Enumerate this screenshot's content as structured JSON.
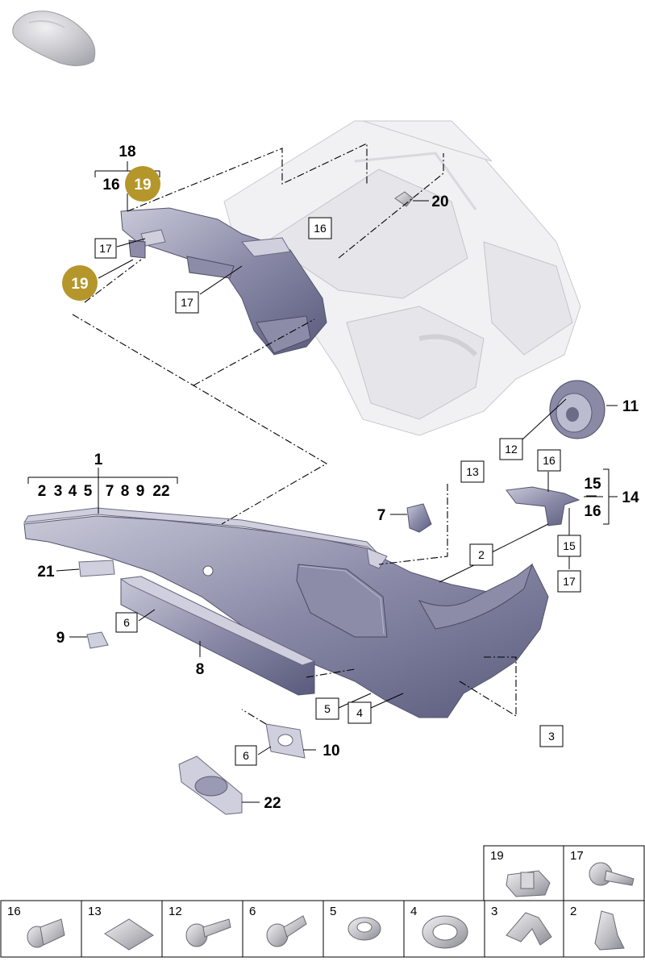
{
  "callouts": {
    "c1": "1",
    "c1_sub": [
      "2",
      "3",
      "4",
      "5",
      "7",
      "8",
      "9",
      "22"
    ],
    "c7": "7",
    "c8": "8",
    "c9": "9",
    "c10": "10",
    "c11": "11",
    "c14": "14",
    "c15": "15",
    "c16": "16",
    "c18": "18",
    "c18_left": "16",
    "c19": "19",
    "c20": "20",
    "c21": "21",
    "c22": "22"
  },
  "boxed": {
    "b17a": "17",
    "b17b": "17",
    "b16top": "16",
    "b12": "12",
    "b13": "13",
    "b16mid": "16",
    "b2": "2",
    "b15": "15",
    "b17c": "17",
    "b6a": "6",
    "b5": "5",
    "b4": "4",
    "b3": "3",
    "b6b": "6"
  },
  "parts_table": {
    "top_row": [
      "19",
      "17"
    ],
    "bottom_row": [
      "16",
      "13",
      "12",
      "6",
      "5",
      "4",
      "3",
      "2"
    ]
  },
  "colors": {
    "accent_gold": "#b5962a",
    "part_fill": "#7a7a9c",
    "ghost_fill": "#f1f1f3"
  }
}
